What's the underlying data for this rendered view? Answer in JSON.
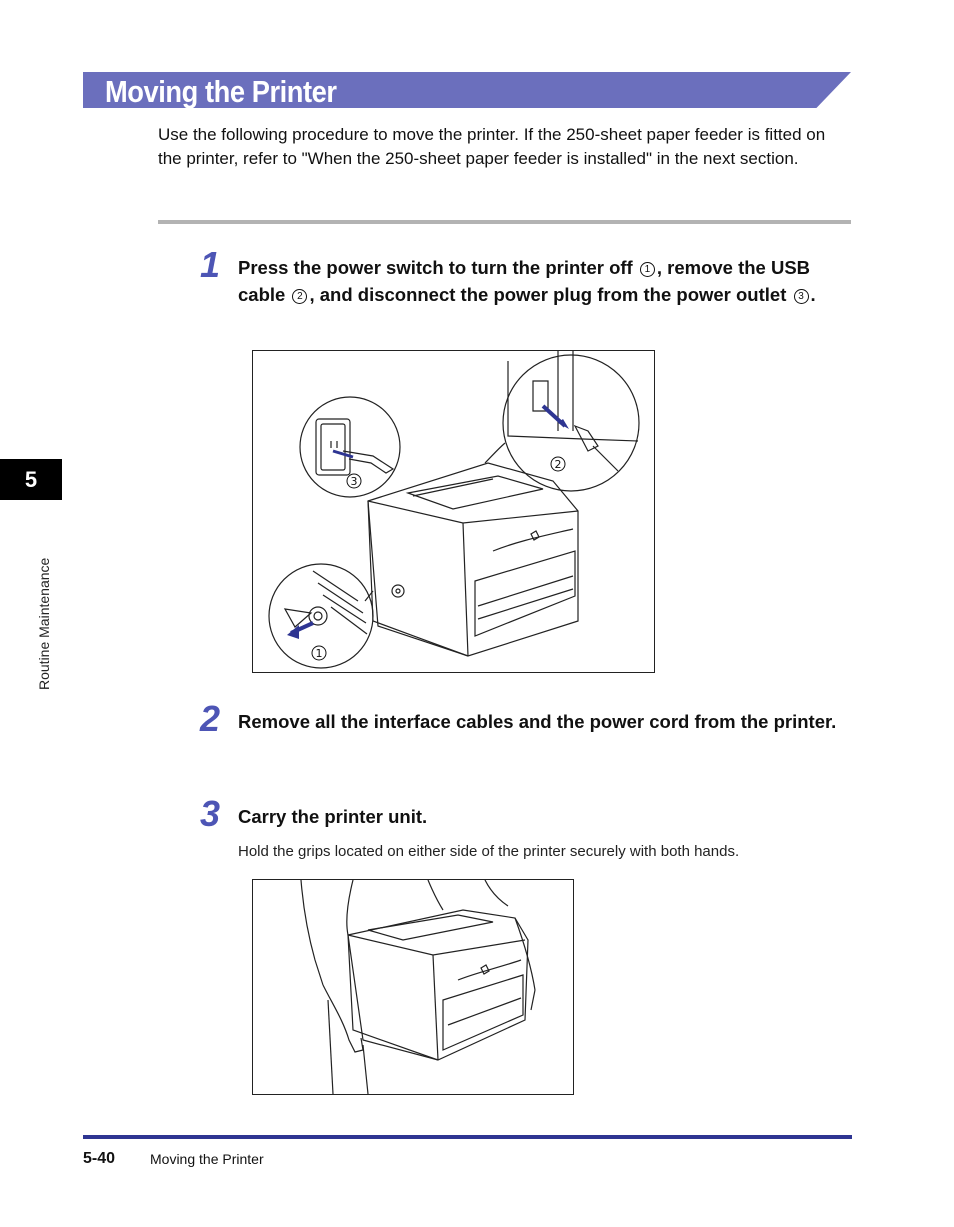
{
  "section": {
    "title": "Moving the Printer",
    "intro": "Use the following procedure to move the printer. If the 250-sheet paper feeder is fitted on the printer, refer to \"When the 250-sheet paper feeder is installed\" in the next section."
  },
  "steps": [
    {
      "number": "1",
      "text_a": "Press the power switch to turn the printer off ",
      "mark_1": "1",
      "text_b": ", remove the USB cable ",
      "mark_2": "2",
      "text_c": ", and disconnect the power plug from the power outlet ",
      "mark_3": "3",
      "text_d": "."
    },
    {
      "number": "2",
      "text": "Remove all the interface cables and the power cord from the printer."
    },
    {
      "number": "3",
      "text": "Carry the printer unit.",
      "description": "Hold the grips located on either side of the printer securely with both hands."
    }
  ],
  "figure1": {
    "callouts": [
      "1",
      "2",
      "3"
    ]
  },
  "sidebar": {
    "chapter_number": "5",
    "chapter_label": "Routine Maintenance"
  },
  "footer": {
    "page_number": "5-40",
    "section_title": "Moving the Printer"
  },
  "colors": {
    "banner": "#6b6fbd",
    "step_number": "#4d55b5",
    "footer_rule": "#2e3592"
  }
}
